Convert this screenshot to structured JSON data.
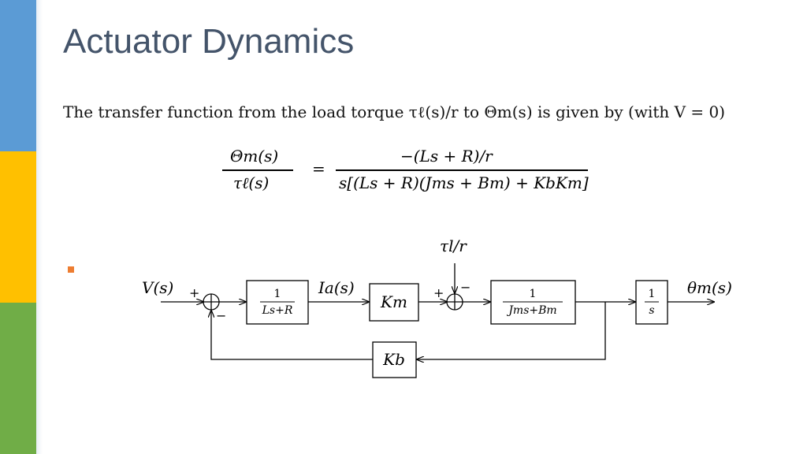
{
  "slide": {
    "title": "Actuator Dynamics",
    "intro": "The transfer function from the load torque τℓ(s)/r to Θm(s) is given by (with V = 0)",
    "accent_colors": {
      "blue": "#5b9bd5",
      "yellow": "#ffc000",
      "green": "#70ad47",
      "bullet": "#ed7d31",
      "title": "#44546a"
    }
  },
  "formula": {
    "lhs_num": "Θm(s)",
    "lhs_den": "τℓ(s)",
    "equals": "=",
    "rhs_num": "−(Ls + R)/r",
    "rhs_den": "s[(Ls + R)(Jms + Bm) + KbKm]"
  },
  "diagram": {
    "input_label": "V(s)",
    "plus1": "+",
    "minus1": "−",
    "block1_num": "1",
    "block1_den": "Ls+R",
    "current_label": "Ia(s)",
    "block_km": "Km",
    "disturbance_label": "τl/r",
    "plus2": "+",
    "minus2": "−",
    "block3_num": "1",
    "block3_den": "Jms+Bm",
    "block4_num": "1",
    "block4_den": "s",
    "output_label": "θm(s)",
    "feedback_block": "Kb"
  }
}
